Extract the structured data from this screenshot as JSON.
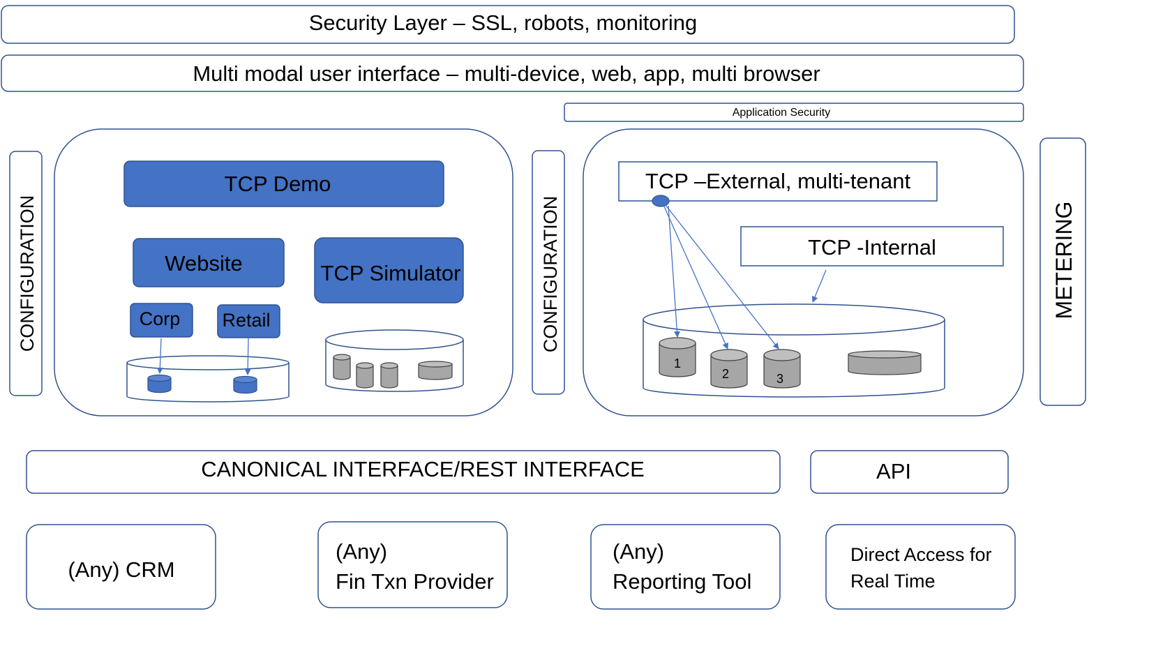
{
  "layers": {
    "security": "Security Layer – SSL, robots, monitoring",
    "ui": "Multi modal user interface – multi-device, web, app, multi browser",
    "app_security": "Application Security"
  },
  "side_bars": {
    "left_config": "CONFIGURATION",
    "middle_config": "CONFIGURATION",
    "metering": "METERING"
  },
  "demo_panel": {
    "tcp_demo": "TCP Demo",
    "website": "Website",
    "tcp_simulator": "TCP Simulator",
    "corp": "Corp",
    "retail": "Retail"
  },
  "tenant_panel": {
    "external": "TCP –External, multi-tenant",
    "internal": "TCP -Internal",
    "db_labels": [
      "1",
      "2",
      "3"
    ]
  },
  "interfaces": {
    "canonical": "CANONICAL INTERFACE/REST INTERFACE",
    "api": "API"
  },
  "consumers": {
    "crm": "(Any) CRM",
    "fin_line1": "(Any)",
    "fin_line2": "Fin Txn Provider",
    "rep_line1": "(Any)",
    "rep_line2": "Reporting Tool",
    "direct_line1": "Direct Access for",
    "direct_line2": "Real Time"
  },
  "colors": {
    "accent_blue": "#4472c4",
    "border_blue": "#2f528f",
    "db_gray": "#a6a6a6"
  }
}
